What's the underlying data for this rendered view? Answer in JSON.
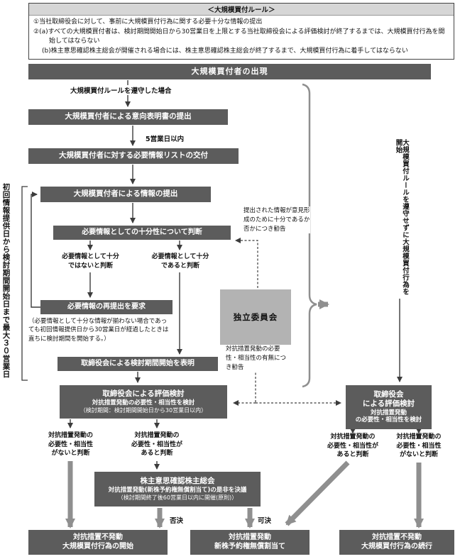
{
  "colors": {
    "box_dark": "#5c5c5c",
    "committee_gray": "#b3b3b3",
    "thick_arrow_gray": "#8f8f8f",
    "rules_header_gray": "#d6d6d6"
  },
  "rules": {
    "title": "＜大規模買付ルール＞",
    "line1": "①当社取締役会に対して、事前に大規模買付行為に関する必要十分な情報の提出",
    "line2": "②(a)すべての大規模買付者は、検討期間開始日から30営業日を上限とする当社取締役会による評価検討が終了するまでは、大規模買付行為を開始してはならない",
    "line3": "(b)株主意思確認株主総会が開催される場合には、株主意思確認株主総会が終了するまで、大規模買付行為に着手してはならない"
  },
  "appearance_bar": "大規模買付者の出現",
  "left_route": {
    "comply_label": "大規模買付ルールを遵守した場合",
    "intent_box": "大規模買付者による意向表明書の提出",
    "five_days_label": "5営業日以内",
    "info_list_box": "大規模買付者に対する必要情報リストの交付",
    "info_submit_box": "大規模買付者による情報の提出",
    "sufficiency_box": "必要情報としての十分性について判断",
    "not_sufficient": {
      "l1": "必要情報として十分",
      "l2": "ではないと判断"
    },
    "sufficient": {
      "l1": "必要情報として十分",
      "l2": "であると判断"
    },
    "resubmit_box": "必要情報の再提出を要求",
    "resubmit_note": "（必要情報として十分な情報が揃わない場合であっても初回情報提供日から30営業日が経過したときは直ちに検討期間を開始する。）",
    "declare_box": "取締役会による検討期間開始を表明",
    "review_box": {
      "title": "取締役会による評価検討",
      "sub1": "対抗措置発動の必要性・相当性を検討",
      "sub2": "（検討期間：検討期間開始日から30営業日以内）"
    },
    "judge_no": {
      "l1": "対抗措置発動の",
      "l2": "必要性・相当性",
      "l3": "がないと判断"
    },
    "judge_yes": {
      "l1": "対抗措置発動の",
      "l2": "必要性・相当性が",
      "l3": "あると判断"
    },
    "meeting_box": {
      "title": "株主意思確認株主総会",
      "sub1": "対抗措置発動(新株予約権無償割当て)の是非を決議",
      "sub2": "（検討期間終了後60営業日以内に開催(原則)）"
    },
    "rejected_label": "否決",
    "approved_label": "可決"
  },
  "committee": {
    "name": "独立委員会",
    "advice_top": "提出された情報が意見形成のために十分であるか否かにつき勧告",
    "advice_bottom": "対抗措置発動の必要性・相当性の有無につき勧告"
  },
  "right_route": {
    "vertical_label": "大規模買付ルールを遵守せずに大規模買付行為を開始",
    "review_box": {
      "l1": "取締役会",
      "l2": "による評価検討",
      "l3": "対抗措置発動",
      "l4": "の必要性・相当性を検討"
    },
    "judge_yes": {
      "l1": "対抗措置発動の",
      "l2": "必要性・相当性が",
      "l3": "あると判断"
    },
    "judge_no": {
      "l1": "対抗措置発動の",
      "l2": "必要性・相当性",
      "l3": "がないと判断"
    }
  },
  "left_margin": {
    "vertical_label": "初回情報提供日から検討期間開始日まで最大３０営業日"
  },
  "outcomes": {
    "no_activation_start": {
      "l1": "対抗措置不発動",
      "l2": "大規模買付行為の開始"
    },
    "activation": {
      "l1": "対抗措置発動",
      "l2": "新株予約権無償割当て"
    },
    "no_activation_continue": {
      "l1": "対抗措置不発動",
      "l2": "大規模買付行為の続行"
    }
  }
}
